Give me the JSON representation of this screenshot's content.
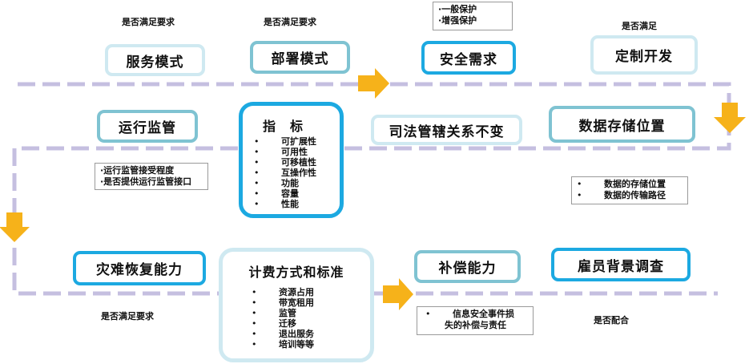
{
  "labels": {
    "service_req": "是否满足要求",
    "deploy_req": "是否满足要求",
    "custom_req": "是否满足",
    "disaster_req": "是否满足要求",
    "background_req": "是否配合"
  },
  "boxes": {
    "service_mode": "服务模式",
    "deploy_mode": "部署模式",
    "security_needs": "安全需求",
    "custom_dev": "定制开发",
    "ops_monitor": "运行监管",
    "jurisdiction": "司法管辖关系不变",
    "data_location": "数据存储位置",
    "disaster_recovery": "灾难恢复能力",
    "compensation": "补偿能力",
    "employee_check": "雇员背景调查"
  },
  "indicators": {
    "title": "指　标",
    "items": [
      "可扩展性",
      "可用性",
      "可移植性",
      "互操作性",
      "功能",
      "容量",
      "性能"
    ]
  },
  "billing": {
    "title": "计费方式和标准",
    "items": [
      "资源占用",
      "带宽租用",
      "监管",
      "迁移",
      "退出服务",
      "培训等等"
    ]
  },
  "notes": {
    "security": [
      "·一般保护",
      "·增强保护"
    ],
    "ops": [
      "·运行监管接受程度",
      "·是否提供运行监管接口"
    ],
    "data": [
      "数据的存储位置",
      "数据的传输路径"
    ],
    "compensation": [
      "信息安全事件损",
      "失的补偿与责任"
    ]
  },
  "colors": {
    "path": "#c5bfe0",
    "arrow": "#f6b21a",
    "light_border": "#cfe9f1",
    "mid_border": "#7fc3d2",
    "dark_border": "#1ca9e1"
  }
}
